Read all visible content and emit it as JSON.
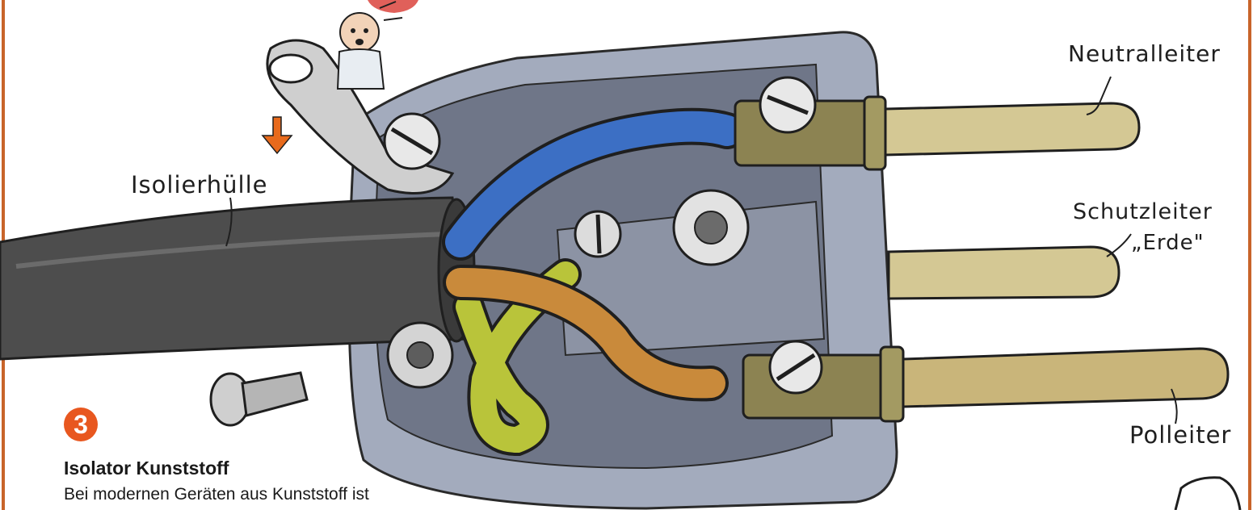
{
  "labels": {
    "neutral": "Neutralleiter",
    "insulation": "Isolierhülle",
    "earth_line1": "Schutzleiter",
    "earth_line2": "„Erde\"",
    "phase": "Polleiter"
  },
  "caption": {
    "number": "3",
    "title": "Isolator Kunststoff",
    "text": "Bei modernen Geräten aus Kunststoff ist"
  },
  "colors": {
    "frame": "#c8642a",
    "badge": "#e8571f",
    "housing": "#9aa3b5",
    "cable": "#4d4d4d",
    "neutral_wire": "#3c6fc4",
    "phase_wire": "#c98a3b",
    "earth_wire": "#b9c43a",
    "pin": "#b8ab6e",
    "arrow": "#e86a1c"
  }
}
